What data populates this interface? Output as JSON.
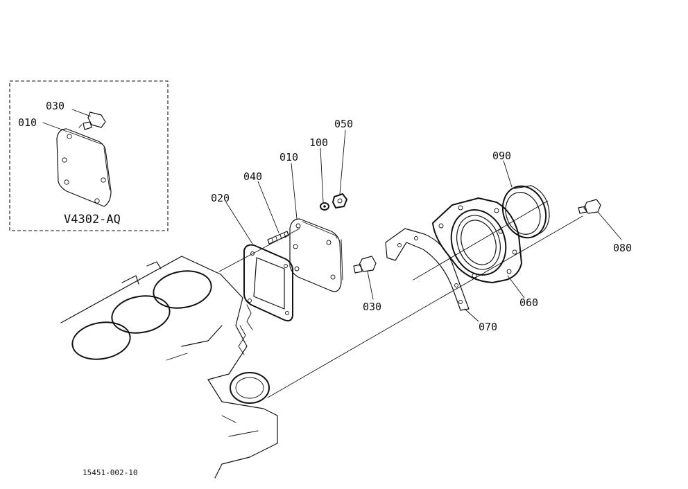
{
  "inset": {
    "model_label": "V4302-AQ",
    "callouts": {
      "part_030": "030",
      "part_010": "010"
    }
  },
  "callouts": {
    "part_020": "020",
    "part_040": "040",
    "part_010": "010",
    "part_100": "100",
    "part_050": "050",
    "part_030": "030",
    "part_090": "090",
    "part_080": "080",
    "part_060": "060",
    "part_070": "070"
  },
  "figure_id": "15451-002-10"
}
